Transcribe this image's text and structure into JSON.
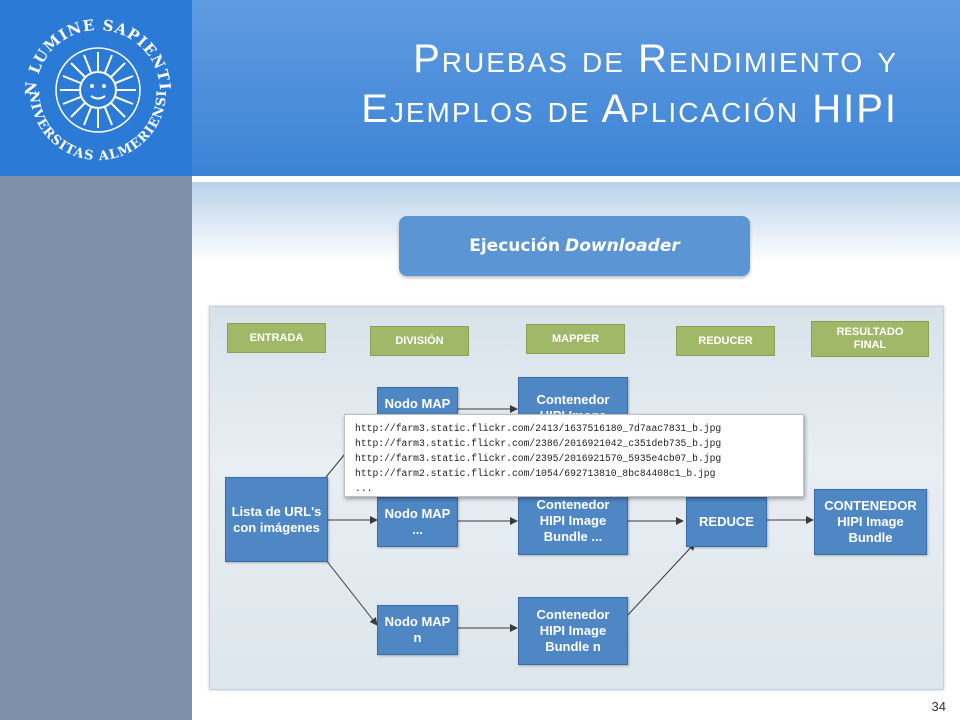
{
  "title": {
    "line1": "Pruebas de Rendimiento y",
    "line2": "Ejemplos de Aplicación HIPI"
  },
  "logo": {
    "text_top": "IN LUMINE SAPIENTIA",
    "text_bottom": "UNIVERSITAS ALMERIENSIS"
  },
  "section": {
    "prefix": "Ejecución",
    "emphasis": "Downloader"
  },
  "stages": {
    "entrada": "ENTRADA",
    "division": "DIVISIÓN",
    "mapper": "MAPPER",
    "reducer": "REDUCER",
    "resultado": "RESULTADO\nFINAL"
  },
  "nodes": {
    "input": "Lista de URL's\ncon imágenes",
    "map1": "Nodo MAP\n1",
    "map_mid": "Nodo MAP\n...",
    "map_n": "Nodo MAP\nn",
    "bundle1": "Contenedor\nHIPI Image",
    "bundle_mid": "Contenedor\nHIPI Image\nBundle ...",
    "bundle_n": "Contenedor\nHIPI Image\nBundle n",
    "reduce": "REDUCE",
    "result": "CONTENEDOR\nHIPI Image\nBundle"
  },
  "urls": [
    "http://farm3.static.flickr.com/2413/1637516180_7d7aac7831_b.jpg",
    "http://farm3.static.flickr.com/2386/2016921042_c351deb735_b.jpg",
    "http://farm3.static.flickr.com/2395/2016921570_5935e4cb07_b.jpg",
    "http://farm2.static.flickr.com/1054/692713810_8bc84408c1_b.jpg",
    "..."
  ],
  "page_number": "34"
}
